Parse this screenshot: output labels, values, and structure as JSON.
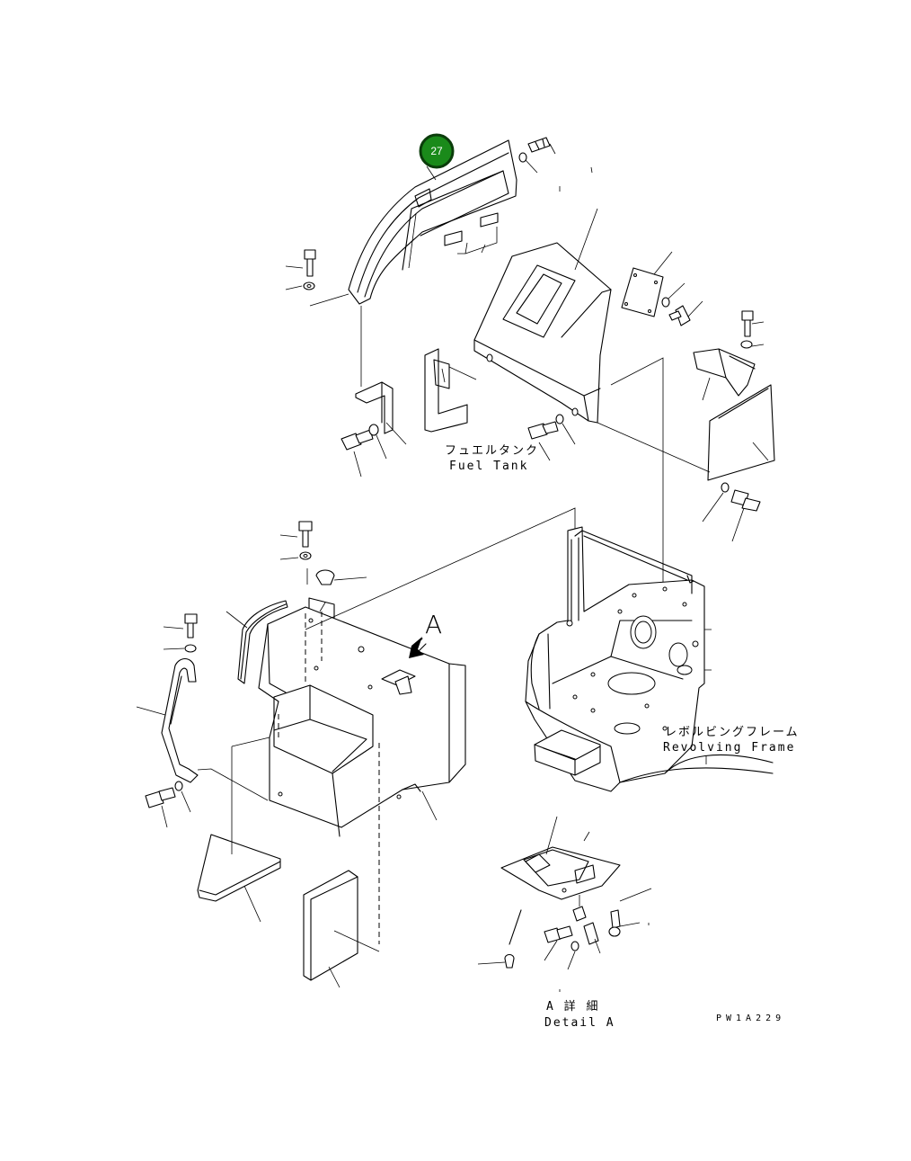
{
  "callout": {
    "number": "27",
    "color": "#1a8a1a"
  },
  "labels": {
    "fuel_tank_jp": "フュエルタンク",
    "fuel_tank_en": "Fuel Tank",
    "revolving_frame_jp": "レボルビングフレーム",
    "revolving_frame_en": "Revolving Frame",
    "view_marker": "A",
    "detail_a_jp": "A 詳 細",
    "detail_a_en": "Detail A",
    "drawing_code": "PW1A229"
  }
}
